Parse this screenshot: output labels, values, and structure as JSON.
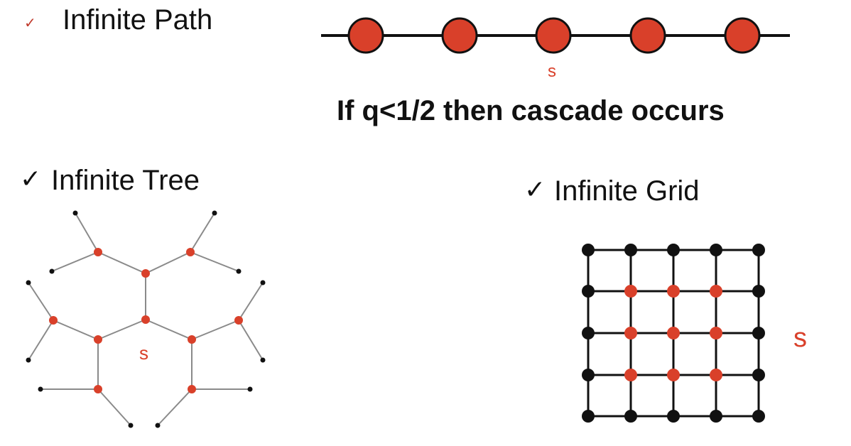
{
  "path_section": {
    "check": "✓",
    "title": "Infinite Path",
    "node_label": "s",
    "caption": "If q<1/2 then cascade occurs"
  },
  "tree_section": {
    "check": "✓",
    "title": "Infinite Tree",
    "node_label": "s"
  },
  "grid_section": {
    "check": "✓",
    "title": "Infinite Grid",
    "node_label": "s"
  },
  "colors": {
    "active": "#d9402a",
    "inactive": "#111111",
    "edge": "#111111",
    "tree_edge": "#8a8a8a"
  }
}
